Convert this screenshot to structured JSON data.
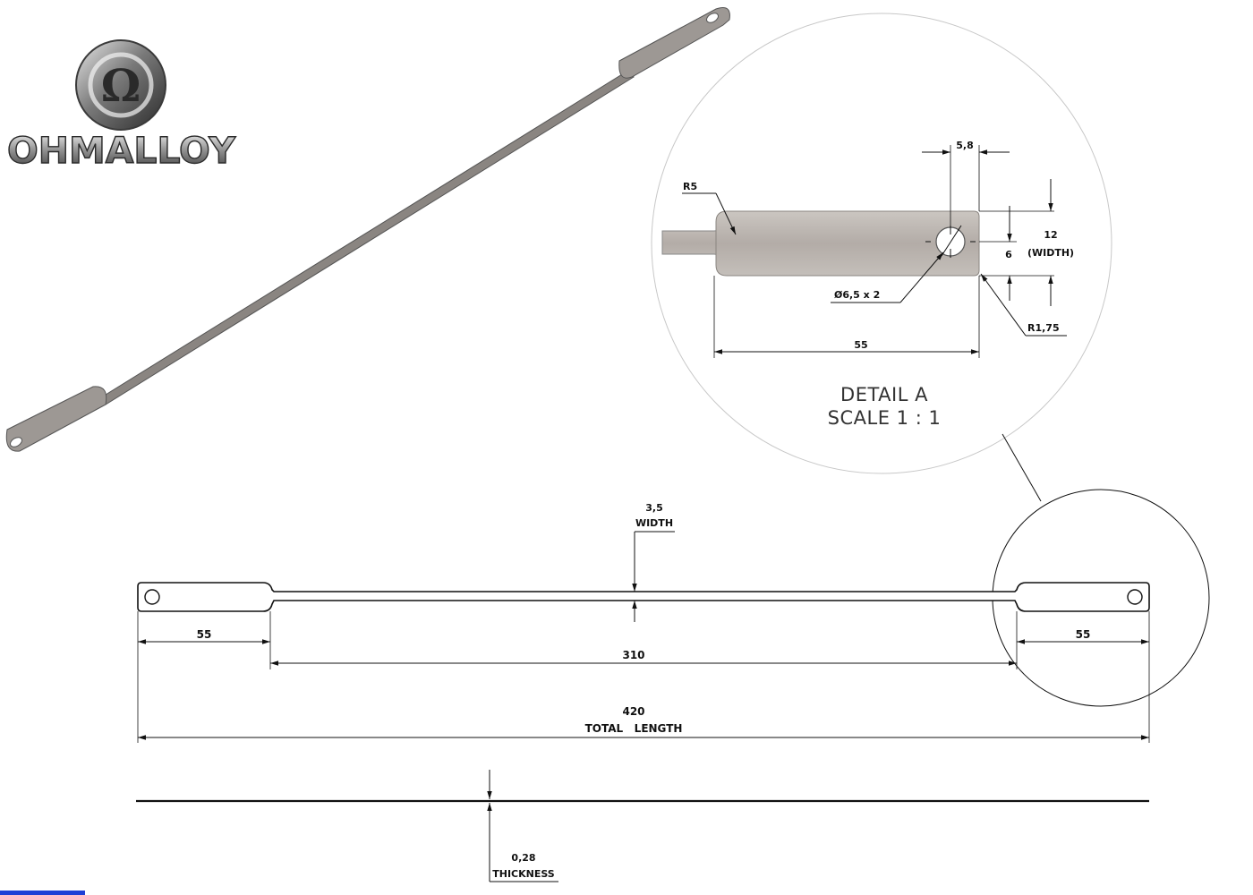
{
  "logo": {
    "brand": "OHMALLOY",
    "symbol": "Ω"
  },
  "detail": {
    "title": "DETAIL A",
    "scale": "SCALE 1 : 1",
    "r5": "R5",
    "hole_offset": "5,8",
    "width_value": "12",
    "width_label": "(WIDTH)",
    "half_width": "6",
    "hole_diameter": "Ø6,5 x 2",
    "corner_radius": "R1,75",
    "tab_length": "55"
  },
  "drawing": {
    "wire_width_value": "3,5",
    "wire_width_label": "WIDTH",
    "left_tab_length": "55",
    "right_tab_length": "55",
    "middle_length": "310",
    "total_length_value": "420",
    "total_length_label": "TOTAL   LENGTH",
    "thickness_value": "0,28",
    "thickness_label": "THICKNESS"
  },
  "colors": {
    "metal_light": "#bdb7b2",
    "metal_dark": "#6d6865",
    "line": "#111111",
    "accent_bar": "#1f3fd6"
  }
}
